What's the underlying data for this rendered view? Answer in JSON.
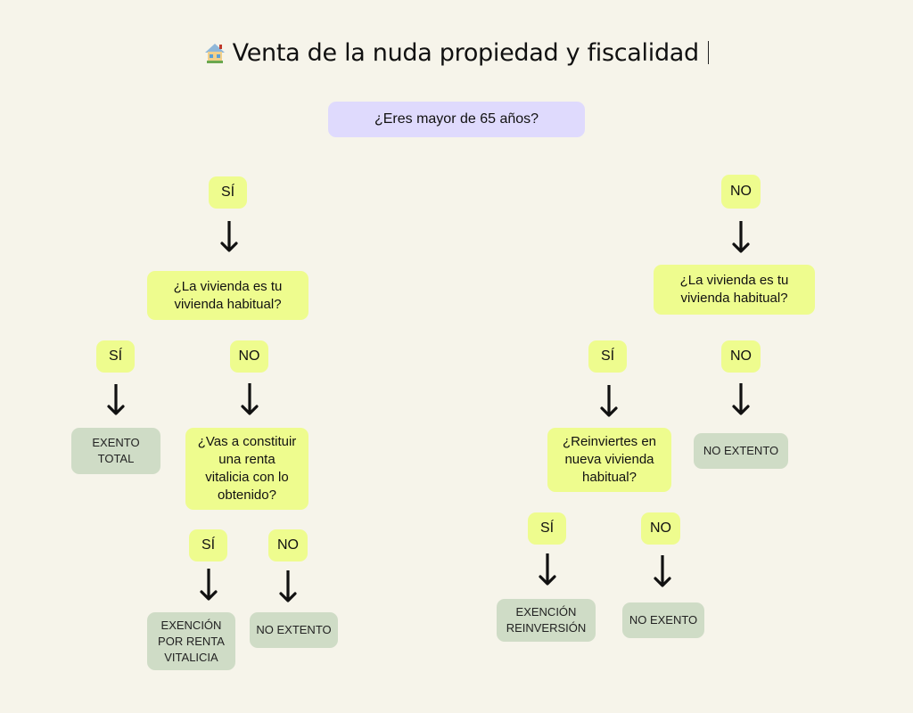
{
  "title": "Venta de la nuda propiedad y fiscalidad",
  "title_icon": "house-icon",
  "root_question": "¿Eres mayor de 65 años?",
  "left": {
    "answer": "SÍ",
    "question": "¿La vivienda es tu\nvivienda habitual?",
    "yes": "SÍ",
    "no": "NO",
    "yes_result": "EXENTO\nTOTAL",
    "no_question": "¿Vas a constituir\nuna renta\nvitalicia con lo\nobtenido?",
    "sub_yes": "SÍ",
    "sub_no": "NO",
    "sub_yes_result": "EXENCIÓN\nPOR RENTA\nVITALICIA",
    "sub_no_result": "NO EXTENTO"
  },
  "right": {
    "answer": "NO",
    "question": "¿La vivienda es tu\nvivienda habitual?",
    "yes": "SÍ",
    "no": "NO",
    "no_result": "NO EXTENTO",
    "yes_question": "¿Reinviertes en\nnueva vivienda\nhabitual?",
    "sub_yes": "SÍ",
    "sub_no": "NO",
    "sub_yes_result": "EXENCIÓN\nREINVERSIÓN",
    "sub_no_result": "NO EXENTO"
  },
  "colors": {
    "background": "#f6f4ea",
    "question": "#eefc8e",
    "root": "#dfdafd",
    "result": "#cfdcc6"
  }
}
